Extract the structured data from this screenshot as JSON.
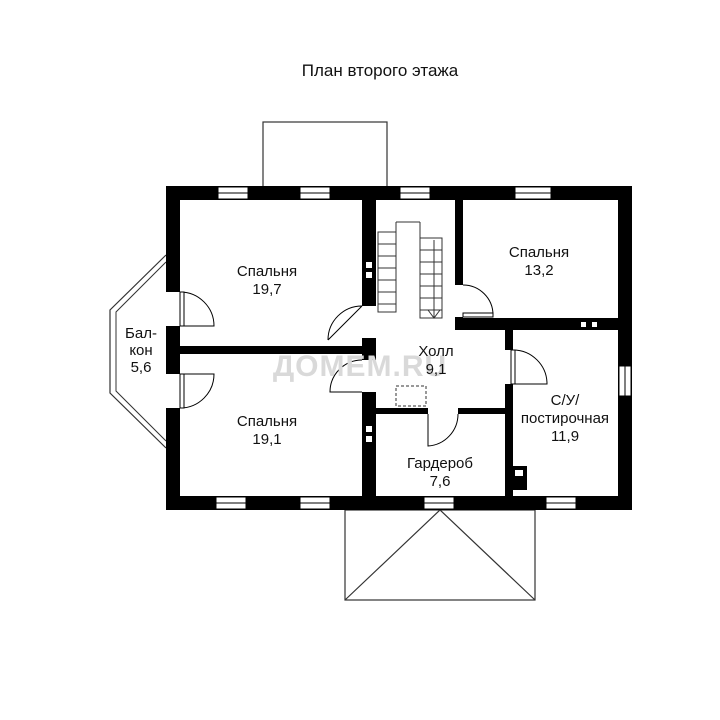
{
  "title": "План второго этажа",
  "watermark": "ДОМЕМ.RU",
  "rooms": [
    {
      "id": "bedroom-1",
      "name": "Спальня",
      "area": "19,7"
    },
    {
      "id": "bedroom-2",
      "name": "Спальня",
      "area": "19,1"
    },
    {
      "id": "bedroom-3",
      "name": "Спальня",
      "area": "13,2"
    },
    {
      "id": "hall",
      "name": "Холл",
      "area": "9,1"
    },
    {
      "id": "wardrobe",
      "name": "Гардероб",
      "area": "7,6"
    },
    {
      "id": "bathroom",
      "name_lines": [
        "С/У/",
        "постирочная"
      ],
      "area": "11,9"
    },
    {
      "id": "balcony",
      "name_lines": [
        "Бал-",
        "кон"
      ],
      "area": "5,6"
    }
  ],
  "colors": {
    "wall": "#000000",
    "line": "#333333",
    "background": "#ffffff",
    "watermark": "#d9d9d9"
  }
}
